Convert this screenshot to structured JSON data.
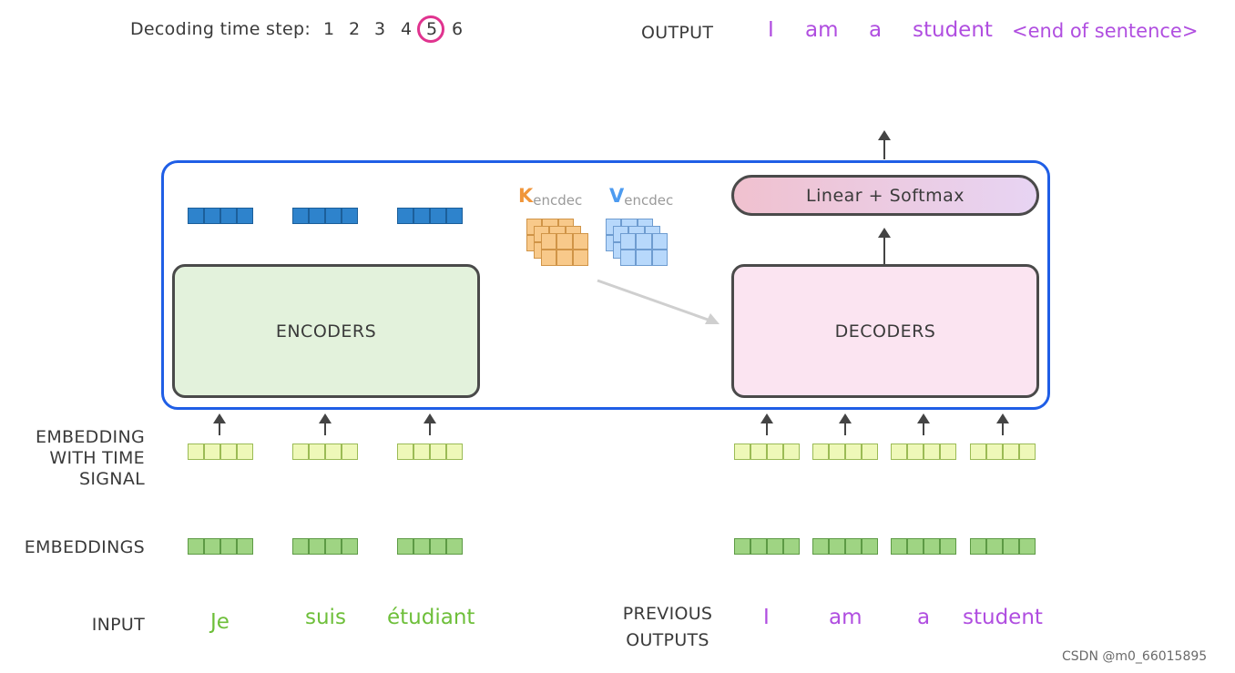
{
  "header": {
    "step_label": "Decoding time step:",
    "steps": [
      "1",
      "2",
      "3",
      "4",
      "5",
      "6"
    ],
    "active_step": "5",
    "output_label": "OUTPUT",
    "outputs": [
      "I",
      "am",
      "a",
      "student",
      "<end of sentence>"
    ]
  },
  "model": {
    "encoders_label": "ENCODERS",
    "decoders_label": "DECODERS",
    "linear_label": "Linear + Softmax",
    "k_letter": "K",
    "k_sub": "encdec",
    "v_letter": "V",
    "v_sub": "encdec"
  },
  "rows": {
    "embedding_time_line1": "EMBEDDING",
    "embedding_time_line2": "WITH TIME",
    "embedding_time_line3": "SIGNAL",
    "embeddings_label": "EMBEDDINGS",
    "input_label": "INPUT",
    "prev_line1": "PREVIOUS",
    "prev_line2": "OUTPUTS"
  },
  "inputs": [
    "Je",
    "suis",
    "étudiant"
  ],
  "previous_outputs": [
    "I",
    "am",
    "a",
    "student"
  ],
  "watermark": "CSDN @m0_66015895",
  "colors": {
    "frame": "#1f5ee6",
    "encoder_fill": "#e3f2dc",
    "decoder_fill": "#fbe4f1",
    "purple_text": "#b04ee0",
    "green_text": "#6ebf3a",
    "k_orange": "#f0963b",
    "v_blue": "#4d9bf0"
  }
}
